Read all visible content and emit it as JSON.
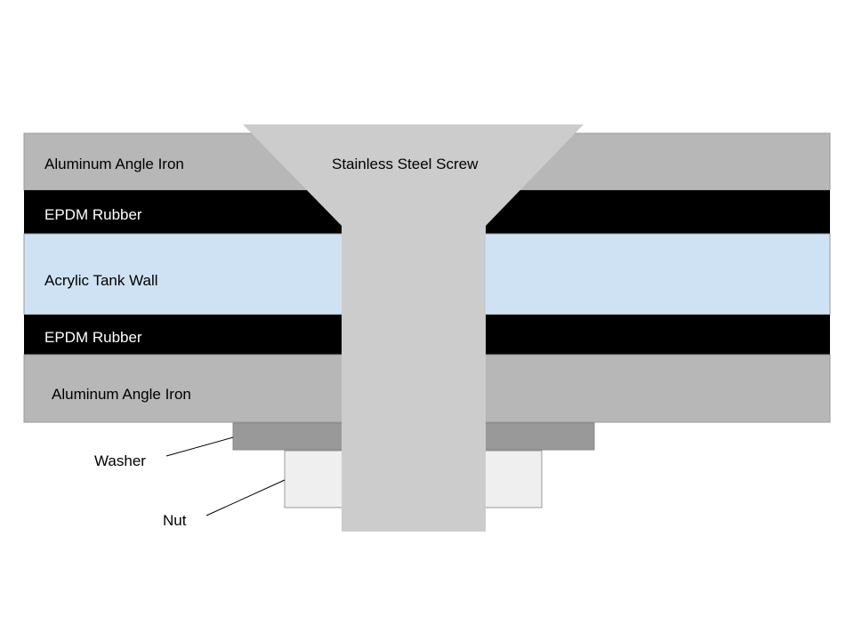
{
  "layers": {
    "top_angle_iron": "Aluminum Angle Iron",
    "top_epdm": "EPDM Rubber",
    "acrylic_wall": "Acrylic Tank Wall",
    "bottom_epdm": "EPDM Rubber",
    "bottom_angle_iron": "Aluminum Angle Iron"
  },
  "parts": {
    "screw": "Stainless Steel Screw",
    "washer": "Washer",
    "nut": "Nut"
  },
  "colors": {
    "angle_iron": "#b7b7b7",
    "epdm": "#000000",
    "acrylic": "#cfe2f3",
    "screw": "#cccccc",
    "washer": "#999999",
    "nut": "#efefef",
    "label_dark": "#000000",
    "label_light": "#ffffff"
  }
}
